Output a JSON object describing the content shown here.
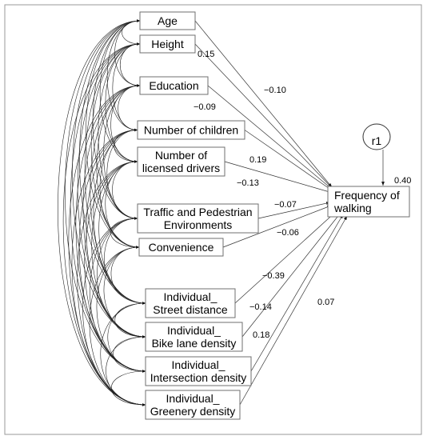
{
  "variables": [
    {
      "id": "age",
      "lines": [
        "Age"
      ]
    },
    {
      "id": "height",
      "lines": [
        "Height"
      ]
    },
    {
      "id": "education",
      "lines": [
        "Education"
      ]
    },
    {
      "id": "children",
      "lines": [
        "Number of children"
      ]
    },
    {
      "id": "drivers",
      "lines": [
        "Number of",
        "licensed drivers"
      ]
    },
    {
      "id": "traffic",
      "lines": [
        "Traffic and Pedestrian",
        "Environments"
      ]
    },
    {
      "id": "convenience",
      "lines": [
        "Convenience"
      ]
    },
    {
      "id": "street",
      "lines": [
        "Individual_",
        "Street distance"
      ]
    },
    {
      "id": "bike",
      "lines": [
        "Individual_",
        "Bike lane density"
      ]
    },
    {
      "id": "intersection",
      "lines": [
        "Individual_",
        "Intersection density"
      ]
    },
    {
      "id": "greenery",
      "lines": [
        "Individual_",
        "Greenery density"
      ]
    }
  ],
  "outcome": {
    "id": "walking",
    "lines": [
      "Frequency of",
      "walking"
    ]
  },
  "residual": {
    "label": "r1",
    "r_squared": "0.40"
  },
  "coefficients": [
    {
      "from": "age",
      "value": "−0.10"
    },
    {
      "from": "height",
      "value": "0.15"
    },
    {
      "from": "education",
      "value": "−0.09"
    },
    {
      "from": "children",
      "value": "0.19"
    },
    {
      "from": "drivers",
      "value": "−0.13"
    },
    {
      "from": "traffic",
      "value": "−0.07"
    },
    {
      "from": "convenience",
      "value": "−0.06"
    },
    {
      "from": "street",
      "value": "−0.39"
    },
    {
      "from": "bike",
      "value": "−0.14"
    },
    {
      "from": "intersection",
      "value": "0.18"
    },
    {
      "from": "greenery",
      "value": "0.07"
    }
  ],
  "colors": {
    "line": "#333333",
    "box_border": "#6f6f6f",
    "frame": "#9a9a9a"
  }
}
